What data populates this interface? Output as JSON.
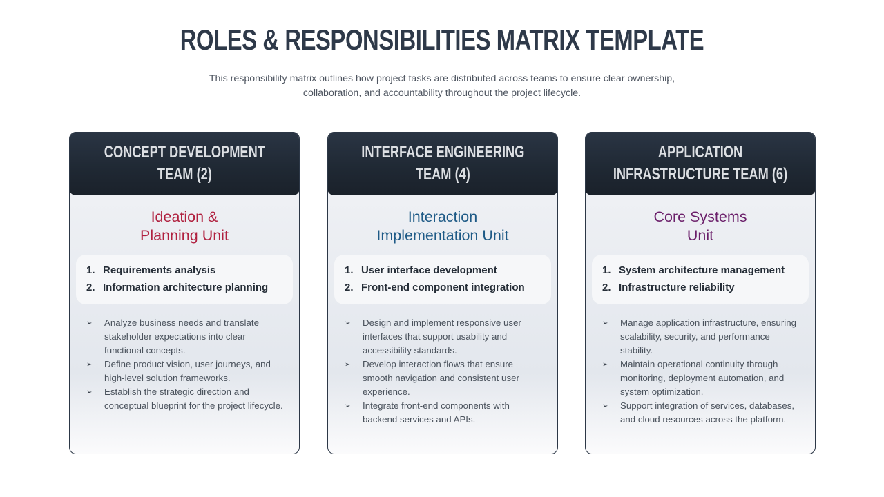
{
  "header": {
    "title": "ROLES & RESPONSIBILITIES MATRIX TEMPLATE",
    "subtitle_line1": "This responsibility matrix outlines how project tasks are distributed across teams to ensure clear ownership,",
    "subtitle_line2": "collaboration, and accountability throughout the project lifecycle."
  },
  "colors": {
    "title": "#2e3949",
    "header_bg": "#1f2833",
    "unit_red": "#b0203f",
    "unit_blue": "#1e5a86",
    "unit_purple": "#6b1f6a"
  },
  "cards": [
    {
      "team": "CONCEPT DEVELOPMENT\nTEAM (2)",
      "unit": "Ideation &\nPlanning Unit",
      "priorities": [
        {
          "num": "1.",
          "label": "Requirements analysis"
        },
        {
          "num": "2.",
          "label": "Information architecture planning"
        }
      ],
      "bullet_icon": "arrow-bullet-icon",
      "bullets": [
        "Analyze business needs and translate stakeholder expectations into clear functional concepts.",
        "Define product vision, user journeys, and high-level solution frameworks.",
        "Establish the strategic direction and conceptual blueprint for the project lifecycle."
      ]
    },
    {
      "team": "INTERFACE ENGINEERING\nTEAM (4)",
      "unit": "Interaction\nImplementation Unit",
      "priorities": [
        {
          "num": "1.",
          "label": "User interface development"
        },
        {
          "num": "2.",
          "label": "Front-end component integration"
        }
      ],
      "bullet_icon": "arrow-bullet-icon",
      "bullets": [
        "Design and implement responsive user interfaces that support usability and accessibility standards.",
        "Develop interaction flows that ensure smooth navigation and consistent user experience.",
        "Integrate front-end components with backend services and APIs."
      ]
    },
    {
      "team": "APPLICATION\nINFRASTRUCTURE TEAM (6)",
      "unit": "Core Systems\nUnit",
      "priorities": [
        {
          "num": "1.",
          "label": "System architecture management"
        },
        {
          "num": "2.",
          "label": "Infrastructure reliability"
        }
      ],
      "bullet_icon": "arrow-bullet-icon",
      "bullets": [
        "Manage application infrastructure, ensuring scalability, security, and performance stability.",
        "Maintain operational continuity through monitoring, deployment automation, and system optimization.",
        "Support integration of services, databases, and cloud resources across the platform."
      ]
    }
  ],
  "glyphs": {
    "arrow": "➢"
  }
}
